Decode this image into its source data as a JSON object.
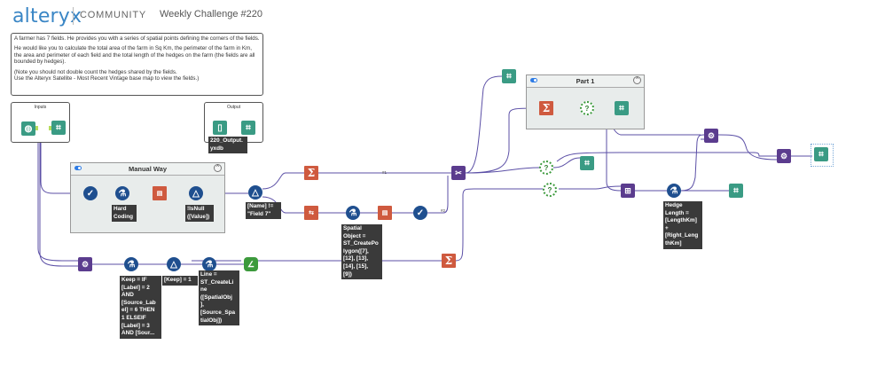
{
  "header": {
    "logo": "alteryx",
    "community": "COMMUNITY",
    "challenge_title": "Weekly Challenge #220"
  },
  "comment": {
    "paragraphs": [
      "A farmer has 7 fields. He provides you with a series of spatial points defining the corners of the fields.",
      "He would like you to calculate the total area of the farm in Sq Km, the perimeter of the farm in Km, the area and perimeter of each field and the total length of the hedges on the farm (the fields are all bounded by hedges).",
      "(Note you should not double count the hedges shared by the fields.\nUse the Alteryx Satellite - Most Recent Vintage base map to view the fields.)"
    ]
  },
  "boxes": {
    "inputs_title": "Inputs",
    "output_title": "Output"
  },
  "containers": {
    "manual_way": {
      "title": "Manual Way",
      "collapse_glyph": "^"
    },
    "part1": {
      "title": "Part 1",
      "collapse_glyph": "^"
    }
  },
  "annotations": {
    "output_file": "220_Output.\nyxdb",
    "hard_coding": "Hard\nCoding",
    "isnull": "!IsNull\n([Value])",
    "name_filter": "[Name] !=\n\"Field 7\"",
    "spatial_object": "Spatial\nObject =\nST_CreatePo\nlygon([7],\n[12], [13],\n[14], [15],\n[9])",
    "keep_formula": "Keep = IF\n[Label] = 2\nAND\n[Source_Lab\nel] = 6 THEN\n1 ELSEIF\n[Label] = 3\nAND [Sour...",
    "keep_filter": "[Keep] = 1",
    "line_formula": "Line =\nST_CreateLi\nne\n([SpatialObj\n],\n[Source_Spa\ntialObj])",
    "hedge_length": "Hedge\nLength =\n[LengthKm]\n+\n[Right_Leng\nthKm]"
  },
  "connection_labels": {
    "union_in1": "#1",
    "union_in2": "#2"
  },
  "tool_glyphs": {
    "sum": "Σ",
    "formula": "⚗",
    "filter": "△",
    "browse": "⌗",
    "input": "◍",
    "select": "✓",
    "question": "?",
    "gear": "⚙",
    "spatial_match": "✂",
    "spatial_process": "⊞",
    "line": "∠",
    "table": "▤",
    "crosstab": "⇆"
  },
  "colors": {
    "wire": "#5b4fa6",
    "anchor": "#b7dc5c",
    "annotation_bg": "#3a3a3a",
    "logo": "#3a86c5"
  }
}
